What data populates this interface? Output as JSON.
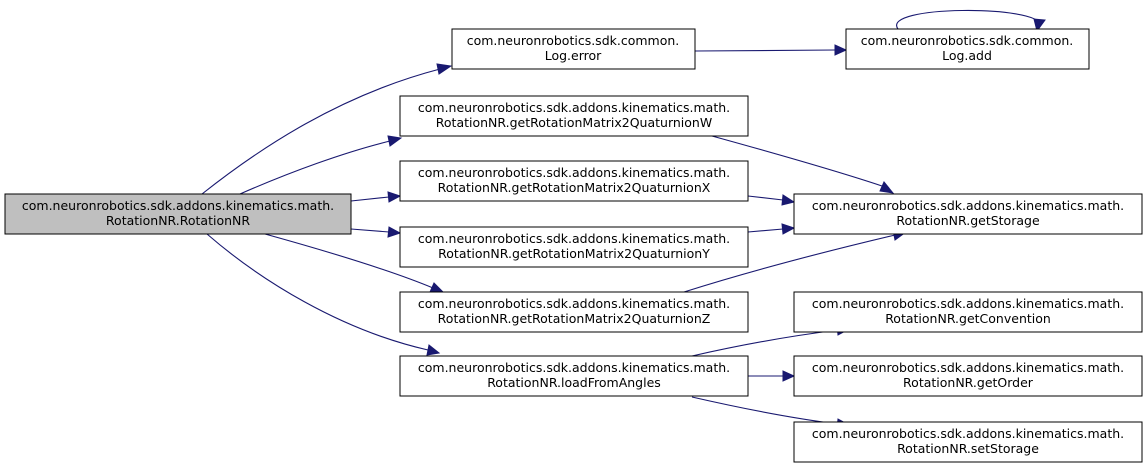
{
  "nodes": {
    "root": [
      "com.neuronrobotics.sdk.addons.kinematics.math.",
      "RotationNR.RotationNR"
    ],
    "log_error": [
      "com.neuronrobotics.sdk.common.",
      "Log.error"
    ],
    "log_add": [
      "com.neuronrobotics.sdk.common.",
      "Log.add"
    ],
    "quat_w": [
      "com.neuronrobotics.sdk.addons.kinematics.math.",
      "RotationNR.getRotationMatrix2QuaturnionW"
    ],
    "quat_x": [
      "com.neuronrobotics.sdk.addons.kinematics.math.",
      "RotationNR.getRotationMatrix2QuaturnionX"
    ],
    "quat_y": [
      "com.neuronrobotics.sdk.addons.kinematics.math.",
      "RotationNR.getRotationMatrix2QuaturnionY"
    ],
    "quat_z": [
      "com.neuronrobotics.sdk.addons.kinematics.math.",
      "RotationNR.getRotationMatrix2QuaturnionZ"
    ],
    "load_angles": [
      "com.neuronrobotics.sdk.addons.kinematics.math.",
      "RotationNR.loadFromAngles"
    ],
    "get_storage": [
      "com.neuronrobotics.sdk.addons.kinematics.math.",
      "RotationNR.getStorage"
    ],
    "get_convention": [
      "com.neuronrobotics.sdk.addons.kinematics.math.",
      "RotationNR.getConvention"
    ],
    "get_order": [
      "com.neuronrobotics.sdk.addons.kinematics.math.",
      "RotationNR.getOrder"
    ],
    "set_storage": [
      "com.neuronrobotics.sdk.addons.kinematics.math.",
      "RotationNR.setStorage"
    ]
  },
  "edges": [
    [
      "root",
      "log_error"
    ],
    [
      "root",
      "quat_w"
    ],
    [
      "root",
      "quat_x"
    ],
    [
      "root",
      "quat_y"
    ],
    [
      "root",
      "quat_z"
    ],
    [
      "root",
      "load_angles"
    ],
    [
      "log_error",
      "log_add"
    ],
    [
      "log_add",
      "log_add"
    ],
    [
      "quat_w",
      "get_storage"
    ],
    [
      "quat_x",
      "get_storage"
    ],
    [
      "quat_y",
      "get_storage"
    ],
    [
      "quat_z",
      "get_storage"
    ],
    [
      "load_angles",
      "get_convention"
    ],
    [
      "load_angles",
      "get_order"
    ],
    [
      "load_angles",
      "set_storage"
    ]
  ]
}
